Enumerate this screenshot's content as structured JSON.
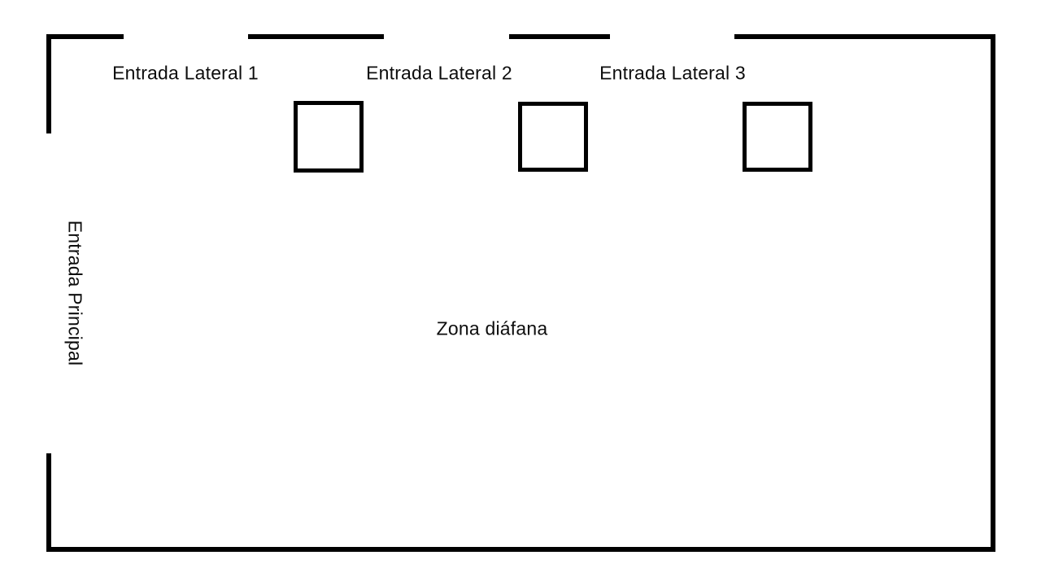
{
  "colors": {
    "background": "#ffffff",
    "wall": "#000000",
    "text": "#0d0d0d"
  },
  "plan": {
    "labels": {
      "side_entrance_1": "Entrada Lateral 1",
      "side_entrance_2": "Entrada Lateral 2",
      "side_entrance_3": "Entrada Lateral 3",
      "main_entrance": "Entrada Principal",
      "open_zone": "Zona diáfana"
    },
    "pillar_count": 3
  }
}
